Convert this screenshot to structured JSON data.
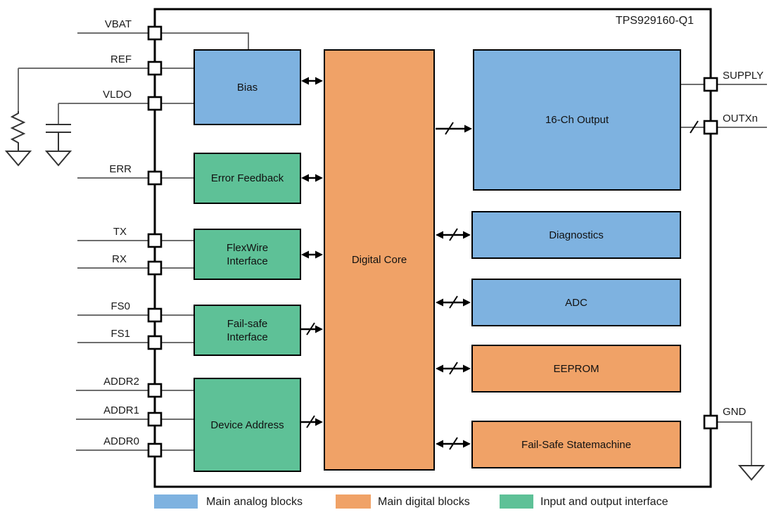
{
  "title": "TPS929160-Q1",
  "colors": {
    "analog": "#7EB2E0",
    "digital": "#F0A267",
    "io": "#5EC197"
  },
  "pins": {
    "left": [
      "VBAT",
      "REF",
      "VLDO",
      "ERR",
      "TX",
      "RX",
      "FS0",
      "FS1",
      "ADDR2",
      "ADDR1",
      "ADDR0"
    ],
    "right": [
      "SUPPLY",
      "OUTXn",
      "GND"
    ]
  },
  "blocks": {
    "bias": {
      "label": "Bias",
      "type": "analog"
    },
    "error_feedback": {
      "label": "Error Feedback",
      "type": "io"
    },
    "flexwire_interface": {
      "label": "FlexWire\nInterface",
      "type": "io"
    },
    "failsafe_interface": {
      "label": "Fail-safe\nInterface",
      "type": "io"
    },
    "device_address": {
      "label": "Device Address",
      "type": "io"
    },
    "digital_core": {
      "label": "Digital Core",
      "type": "digital"
    },
    "output_16ch": {
      "label": "16-Ch Output",
      "type": "analog"
    },
    "diagnostics": {
      "label": "Diagnostics",
      "type": "analog"
    },
    "adc": {
      "label": "ADC",
      "type": "analog"
    },
    "eeprom": {
      "label": "EEPROM",
      "type": "digital"
    },
    "failsafe_statemachine": {
      "label": "Fail-Safe Statemachine",
      "type": "digital"
    }
  },
  "legend": [
    {
      "label": "Main analog blocks",
      "type": "analog"
    },
    {
      "label": "Main digital blocks",
      "type": "digital"
    },
    {
      "label": "Input and output interface",
      "type": "io"
    }
  ]
}
